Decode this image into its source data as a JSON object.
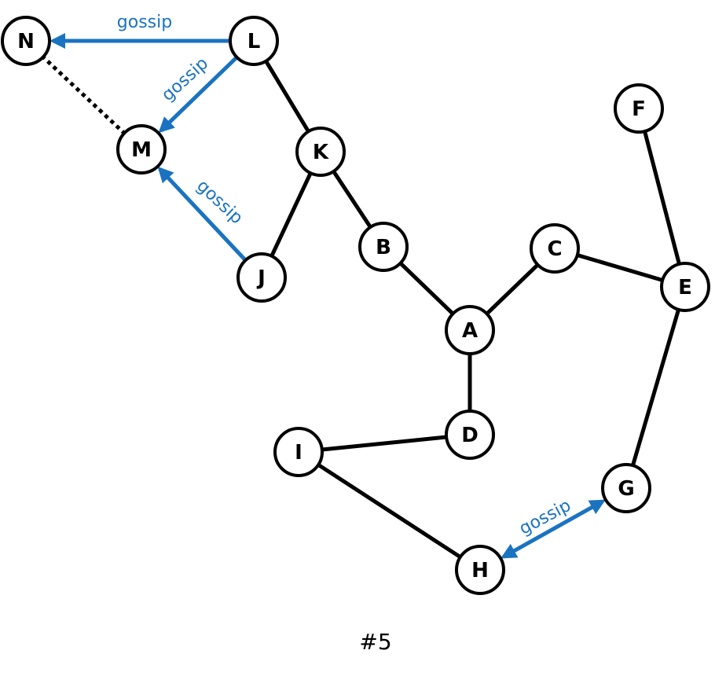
{
  "colors": {
    "gossip": "#1a73c1",
    "edge": "#000000",
    "node_fill": "#ffffff"
  },
  "caption": "#5",
  "nodes": {
    "A": "A",
    "B": "B",
    "C": "C",
    "D": "D",
    "E": "E",
    "F": "F",
    "G": "G",
    "H": "H",
    "I": "I",
    "J": "J",
    "K": "K",
    "L": "L",
    "M": "M",
    "N": "N"
  },
  "edges": [
    [
      "L",
      "K"
    ],
    [
      "K",
      "J"
    ],
    [
      "K",
      "B"
    ],
    [
      "B",
      "A"
    ],
    [
      "A",
      "C"
    ],
    [
      "A",
      "D"
    ],
    [
      "C",
      "E"
    ],
    [
      "F",
      "E"
    ],
    [
      "E",
      "G"
    ],
    [
      "D",
      "I"
    ],
    [
      "I",
      "H"
    ]
  ],
  "dotted_edges": [
    [
      "N",
      "M"
    ]
  ],
  "gossip": [
    {
      "from": "L",
      "to": "N",
      "label": "gossip",
      "bidirectional": false
    },
    {
      "from": "L",
      "to": "M",
      "label": "gossip",
      "bidirectional": false
    },
    {
      "from": "J",
      "to": "M",
      "label": "gossip",
      "bidirectional": false
    },
    {
      "from": "H",
      "to": "G",
      "label": "gossip",
      "bidirectional": true
    }
  ]
}
